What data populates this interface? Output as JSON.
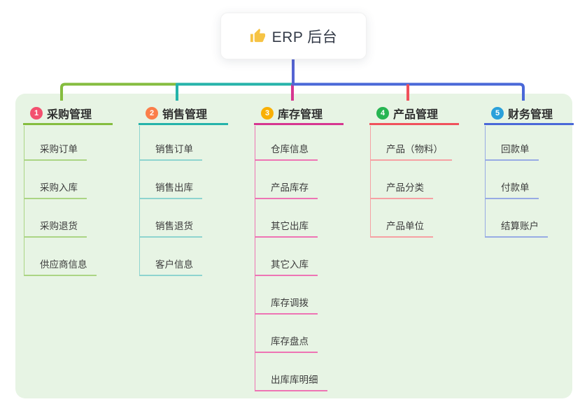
{
  "root": {
    "label": "ERP 后台",
    "icon": "thumbs-up-icon"
  },
  "branches": [
    {
      "badge": "1",
      "label": "采购管理",
      "line_color": "#85bd3f",
      "child_line_color": "#abd584",
      "badge_color": "#f3506f",
      "children": [
        "采购订单",
        "采购入库",
        "采购退货",
        "供应商信息"
      ]
    },
    {
      "badge": "2",
      "label": "销售管理",
      "line_color": "#25b3aa",
      "child_line_color": "#8ed4cf",
      "badge_color": "#fb7e4a",
      "children": [
        "销售订单",
        "销售出库",
        "销售退货",
        "客户信息"
      ]
    },
    {
      "badge": "3",
      "label": "库存管理",
      "line_color": "#d63690",
      "child_line_color": "#ee74b4",
      "badge_color": "#f9b006",
      "children": [
        "仓库信息",
        "产品库存",
        "其它出库",
        "其它入库",
        "库存调拨",
        "库存盘点",
        "出库库明细"
      ]
    },
    {
      "badge": "4",
      "label": "产品管理",
      "line_color": "#f0515c",
      "child_line_color": "#f6a0a3",
      "badge_color": "#27b552",
      "children": [
        "产品（物料）",
        "产品分类",
        "产品单位"
      ]
    },
    {
      "badge": "5",
      "label": "财务管理",
      "line_color": "#4a68d8",
      "child_line_color": "#97abe4",
      "badge_color": "#2aa0da",
      "children": [
        "回款单",
        "付款单",
        "结算账户"
      ]
    }
  ],
  "theme": {
    "panel_bg": "#e7f4e4",
    "root_line_color": "#5564d3",
    "icon_color": "#f6c344",
    "text_color": "#3c3c3c"
  }
}
